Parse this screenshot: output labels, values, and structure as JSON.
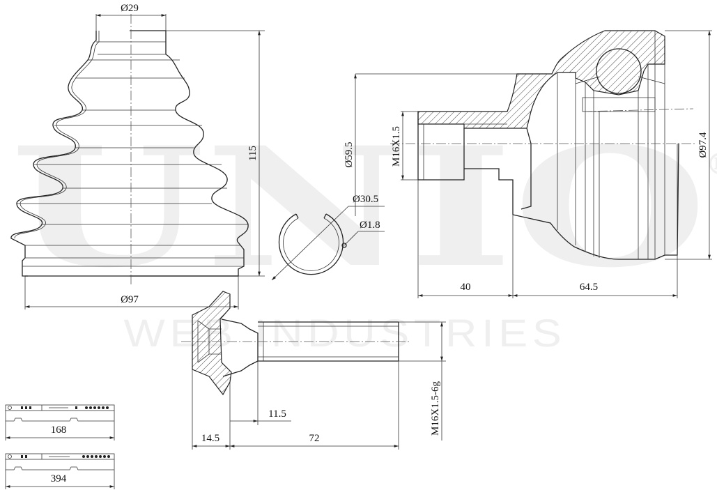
{
  "watermark": {
    "brand": "UNIO",
    "registered": "®",
    "subtitle": "WEB INDUSTRIES"
  },
  "boot": {
    "small_diameter": "Ø29",
    "large_diameter": "Ø97",
    "length": "115"
  },
  "ring": {
    "diameter": "Ø30.5",
    "wire": "Ø1.8"
  },
  "joint": {
    "bore_diameter": "Ø59.5",
    "thread": "M16X1.5",
    "outer_diameter": "Ø97.4",
    "stub_length": "40",
    "body_length": "64.5"
  },
  "bolt": {
    "thread": "M16X1.5-6g",
    "head_length": "14.5",
    "shank_length": "72",
    "neck_length": "11.5"
  },
  "clamps": {
    "clamp1_length": "168",
    "clamp2_length": "394"
  }
}
